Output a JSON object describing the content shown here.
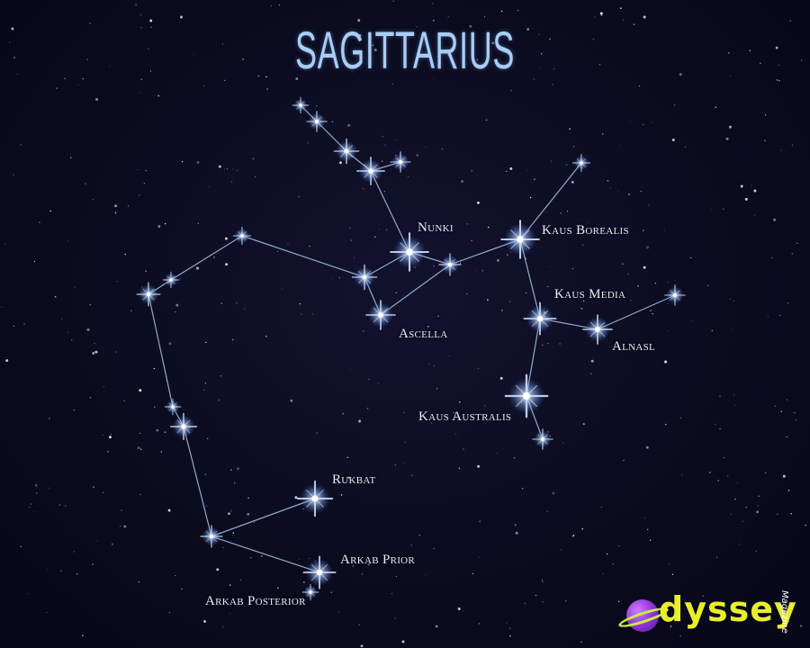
{
  "title": "SAGITTARIUS",
  "stars": [
    {
      "key": "nunki",
      "label": "Nunki"
    },
    {
      "key": "kaus_borealis",
      "label": "Kaus Borealis"
    },
    {
      "key": "kaus_media",
      "label": "Kaus Media"
    },
    {
      "key": "ascella",
      "label": "Ascella"
    },
    {
      "key": "alnasl",
      "label": "Alnasl"
    },
    {
      "key": "kaus_australis",
      "label": "Kaus Australis"
    },
    {
      "key": "rukbat",
      "label": "Rukbat"
    },
    {
      "key": "arkab_prior",
      "label": "Arkab Prior"
    },
    {
      "key": "arkab_posterior",
      "label": "Arkab Posterior"
    }
  ],
  "logo": {
    "word": "dyssey",
    "sub": "Magazine"
  },
  "colors": {
    "background": "#0b0b1e",
    "title": "#a9cdf3",
    "line": "#a9c4e6",
    "star_glow": "#7fb2ff",
    "logo_yellow": "#e8ef2a",
    "logo_purple": "#8a2fd6"
  }
}
